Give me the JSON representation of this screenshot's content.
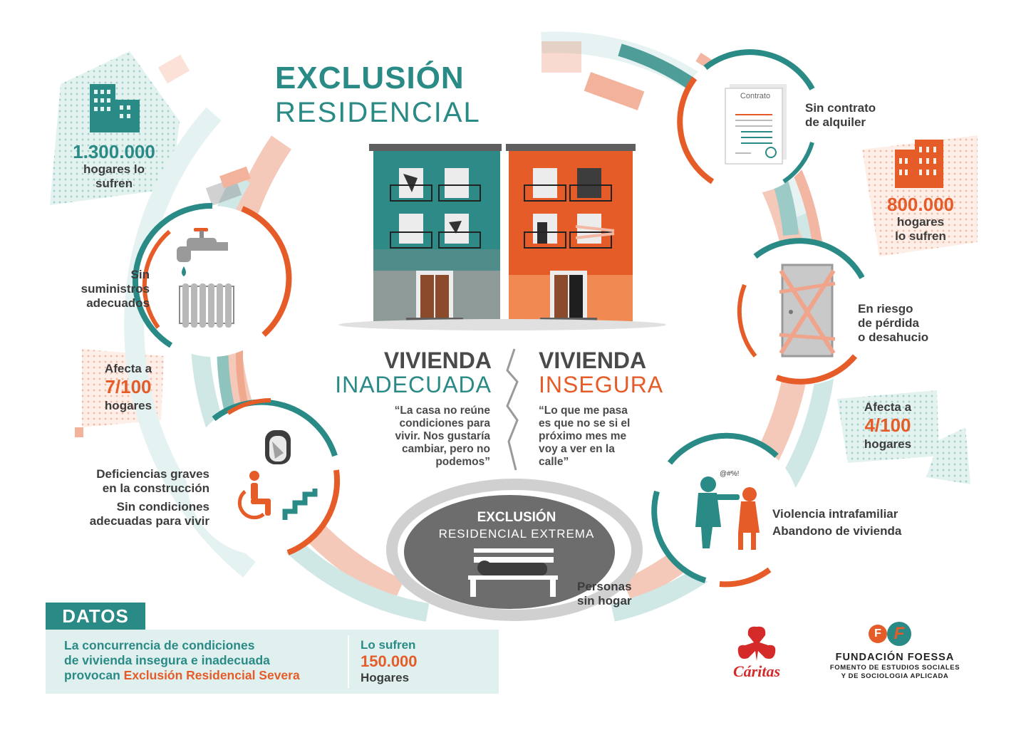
{
  "title": {
    "line1": "EXCLUSIÓN",
    "line2": "RESIDENCIAL"
  },
  "colors": {
    "teal": "#2a8a86",
    "orange": "#e65c29",
    "salmon": "#f2b8a4",
    "light_teal": "#c9e4e2",
    "gray": "#6d6d6d",
    "dark_text": "#3c3c3c"
  },
  "left_top_stat": {
    "number": "1.300.000",
    "line1": "hogares lo",
    "line2": "sufren",
    "icon": "building-icon"
  },
  "left_items": [
    {
      "line1": "Sin",
      "line2": "suministros",
      "line3": "adecuados",
      "icon": "faucet-radiator-icon"
    },
    {
      "line1": "Deficiencias graves",
      "line2": "en la construcción",
      "line3": "Sin condiciones",
      "line4": "adecuadas para vivir",
      "icon": "wheelchair-stairs-icon"
    }
  ],
  "left_mid_stat": {
    "line1": "Afecta a",
    "number": "7/100",
    "line2": "hogares"
  },
  "right_top_stat": {
    "number": "800.000",
    "line1": "hogares",
    "line2": "lo sufren",
    "icon": "building-icon"
  },
  "right_items": [
    {
      "line1": "Sin contrato",
      "line2": "de alquiler",
      "icon": "contract-icon",
      "contract_label": "Contrato"
    },
    {
      "line1": "En riesgo",
      "line2": "de pérdida",
      "line3": "o desahucio",
      "icon": "sealed-door-icon"
    },
    {
      "line1": "Violencia intrafamiliar",
      "line2": "Abandono de vivienda",
      "icon": "violence-icon",
      "symbols": "@#%!"
    }
  ],
  "right_mid_stat": {
    "line1": "Afecta a",
    "number": "4/100",
    "line2": "hogares"
  },
  "vivienda_left": {
    "heading1": "VIVIENDA",
    "heading2": "INADECUADA",
    "quote": [
      "“La casa no reúne",
      "condiciones para",
      "vivir. Nos gustaría",
      "cambiar, pero no",
      "podemos”"
    ]
  },
  "vivienda_right": {
    "heading1": "VIVIENDA",
    "heading2": "INSEGURA",
    "quote": [
      "“Lo que me pasa",
      "es que no se si el",
      "próximo mes me",
      "voy a ver en la",
      "calle”"
    ]
  },
  "extreme": {
    "line1": "EXCLUSIÓN",
    "line2": "RESIDENCIAL EXTREMA",
    "caption1": "Personas",
    "caption2": "sin hogar"
  },
  "datos": {
    "tab": "DATOS",
    "line1": "La concurrencia de condiciones",
    "line2": "de vivienda insegura e inadecuada",
    "line3_prefix": "provocan ",
    "line3_highlight": "Exclusión Residencial Severa",
    "lo1": "Lo sufren",
    "lo2": "150.000",
    "lo3": "Hogares"
  },
  "logos": {
    "caritas": "Cáritas",
    "foessa_name": "FUNDACIÓN FOESSA",
    "foessa_sub1": "FOMENTO DE ESTUDIOS SOCIALES",
    "foessa_sub2": "Y DE SOCIOLOGIA APLICADA",
    "foessa_letter1": "F",
    "foessa_letter2": "F"
  }
}
